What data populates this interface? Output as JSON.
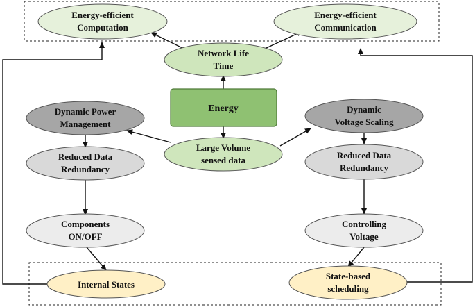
{
  "colors": {
    "green_light": "#e6f1db",
    "green_mid": "#cfe6bc",
    "green_box": "#8fc172",
    "grey_dark": "#a6a6a6",
    "grey_light": "#d9d9d9",
    "grey_pale": "#ececec",
    "yellow": "#fff0c6",
    "outline": "#555555"
  },
  "nodes": {
    "ee_computation": [
      "Energy-efficient",
      "Computation"
    ],
    "ee_communication": [
      "Energy-efficient",
      "Communication"
    ],
    "network_life": [
      "Network Life",
      "Time"
    ],
    "energy": [
      "Energy"
    ],
    "large_volume": [
      "Large Volume",
      "sensed data"
    ],
    "dpm": [
      "Dynamic Power",
      "Management"
    ],
    "dvs": [
      "Dynamic",
      "Voltage Scaling"
    ],
    "rdr_left": [
      "Reduced Data",
      "Redundancy"
    ],
    "rdr_right": [
      "Reduced Data",
      "Redundancy"
    ],
    "components": [
      "Components",
      "ON/OFF"
    ],
    "controlling": [
      "Controlling",
      "Voltage"
    ],
    "internal_states": [
      "Internal States"
    ],
    "state_sched": [
      "State-based",
      "scheduling"
    ]
  }
}
